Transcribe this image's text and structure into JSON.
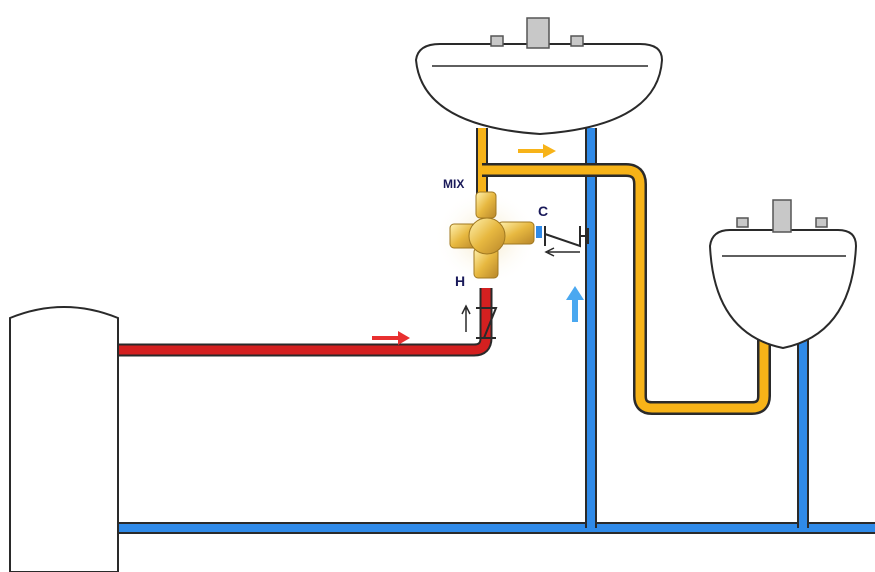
{
  "labels": {
    "mix": "MIX",
    "cold": "C",
    "hot": "H"
  },
  "colors": {
    "hot_pipe": "#d42020",
    "cold_pipe": "#2f8ae8",
    "mixed_pipe": "#f7b318",
    "hot_arrow": "#e83030",
    "cold_arrow": "#4aa8f0",
    "mixed_arrow": "#f7b318",
    "outline": "#2a2a2a",
    "valve_body": "#e8c060"
  },
  "icons": [
    "water-heater-icon",
    "sink-icon",
    "mixing-valve-icon",
    "check-valve-icon",
    "flow-arrow-icon"
  ]
}
